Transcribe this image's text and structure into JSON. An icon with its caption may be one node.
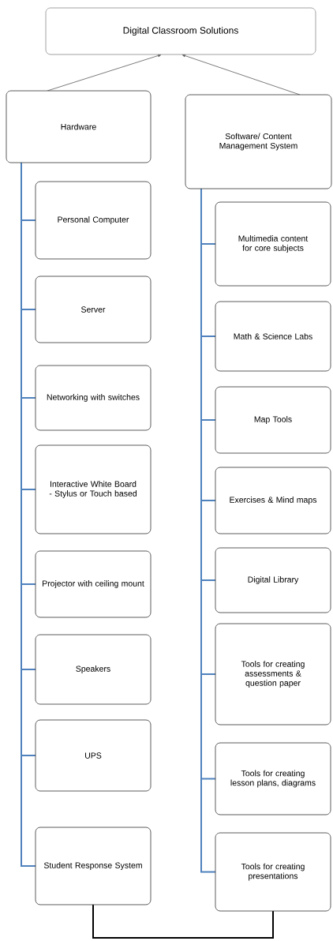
{
  "diagram": {
    "nodes": [
      {
        "text": [
          "Digital Classroom Solutions"
        ]
      },
      {
        "text": [
          "Hardware"
        ]
      },
      {
        "text": [
          "Software/ Content Management System"
        ]
      },
      {
        "text": [
          "Personal Computer"
        ]
      },
      {
        "text": [
          "Server"
        ]
      },
      {
        "text": [
          "Networking with switches"
        ]
      },
      {
        "text": [
          "Interactive White Board - Stylus or Touch based"
        ]
      },
      {
        "text": [
          "Projector with ceiling mount"
        ]
      },
      {
        "text": [
          "Speakers"
        ]
      },
      {
        "text": [
          "UPS"
        ]
      },
      {
        "text": [
          "Student Response System"
        ]
      },
      {
        "text": [
          "Multimedia content for core subjects"
        ]
      },
      {
        "text": [
          "Math & Science Labs"
        ]
      },
      {
        "text": [
          "Map Tools"
        ]
      },
      {
        "text": [
          "Exercises & Mind maps"
        ]
      },
      {
        "text": [
          "Digital Library"
        ]
      },
      {
        "text": [
          "Tools for creating assessments & question paper"
        ]
      },
      {
        "text": [
          "Tools for creating lesson plans, diagrams"
        ]
      },
      {
        "text": [
          "Tools for creating presentations"
        ]
      }
    ],
    "edges": [
      {
        "from": 1,
        "to": 0,
        "arrow": "to",
        "color": "#595959"
      },
      {
        "from": 2,
        "to": 0,
        "arrow": "to",
        "color": "#595959"
      },
      {
        "from": 1,
        "to": 3,
        "arrow": "none"
      },
      {
        "from": 1,
        "to": 4,
        "arrow": "none"
      },
      {
        "from": 1,
        "to": 5,
        "arrow": "none"
      },
      {
        "from": 1,
        "to": 6,
        "arrow": "none"
      },
      {
        "from": 1,
        "to": 7,
        "arrow": "none"
      },
      {
        "from": 1,
        "to": 8,
        "arrow": "none"
      },
      {
        "from": 1,
        "to": 9,
        "arrow": "none"
      },
      {
        "from": 1,
        "to": 10,
        "arrow": "none"
      },
      {
        "from": 2,
        "to": 11,
        "arrow": "none"
      },
      {
        "from": 2,
        "to": 12,
        "arrow": "none"
      },
      {
        "from": 2,
        "to": 13,
        "arrow": "none"
      },
      {
        "from": 2,
        "to": 14,
        "arrow": "none"
      },
      {
        "from": 2,
        "to": 15,
        "arrow": "none"
      },
      {
        "from": 2,
        "to": 16,
        "arrow": "none"
      },
      {
        "from": 2,
        "to": 17,
        "arrow": "none"
      },
      {
        "from": 2,
        "to": 18,
        "arrow": "none"
      },
      {
        "from": 10,
        "to": 18,
        "arrow": "none",
        "color": "#000000"
      }
    ]
  }
}
